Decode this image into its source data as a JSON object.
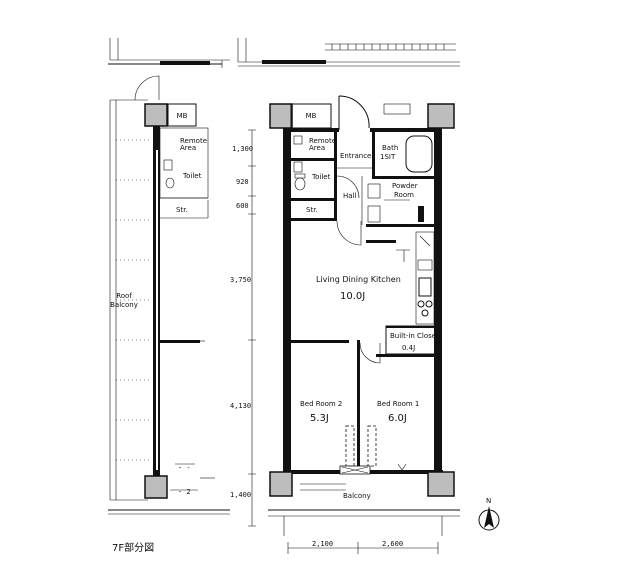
{
  "labels": {
    "floor_tag": "7F部分図",
    "roof_balcony": "Roof\nBalcony",
    "entrance": "Entrance",
    "bath": "Bath\n1SIT",
    "powder_room": "Powder\nRoom",
    "hall": "Hall",
    "toilet": "Toilet",
    "toilet_left": "Toilet",
    "remote_area": "Remote\nArea",
    "remote_area_left": "Remote\nArea",
    "storage": "Str.",
    "storage_left": "Str.",
    "ldk": "Living Dining Kitchen",
    "ldk_size": "10.0J",
    "built_in": "Built-in Closet",
    "built_in_size": "0.4J",
    "bed1": "Bed Room 1",
    "bed1_size": "6.0J",
    "bed2": "Bed Room 2",
    "bed2_size": "5.3J",
    "balcony": "Balcony",
    "mb": "MB"
  },
  "dimensions": {
    "v1": "1,300",
    "v2": "920",
    "v3": "600",
    "v4": "3,750",
    "v5": "4,130",
    "v6": "1,400",
    "h1": "2,100",
    "h2": "2,600"
  },
  "north_arrow": "N"
}
